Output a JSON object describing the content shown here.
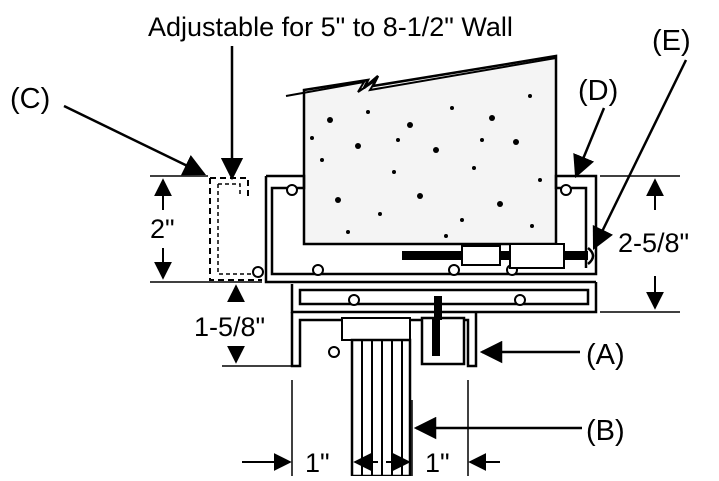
{
  "header": {
    "title": "Adjustable for 5\" to 8-1/2\" Wall"
  },
  "callouts": {
    "a": "(A)",
    "b": "(B)",
    "c": "(C)",
    "d": "(D)",
    "e": "(E)"
  },
  "dimensions": {
    "left_height": "2\"",
    "lower_height": "1-5/8\"",
    "right_height": "2-5/8\"",
    "bottom_left_width": "1\"",
    "bottom_right_width": "1\""
  },
  "colors": {
    "line": "#000000",
    "background": "#ffffff",
    "concrete": "#f4f4f4"
  }
}
